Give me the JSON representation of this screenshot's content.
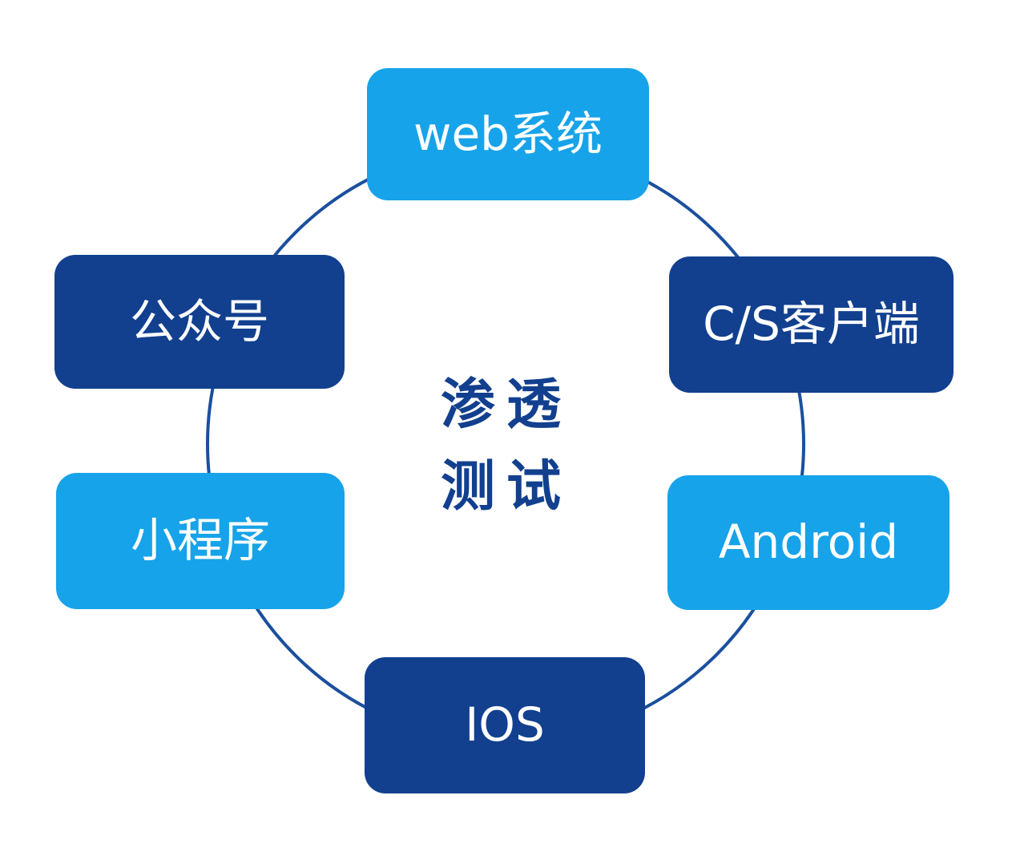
{
  "diagram": {
    "center": {
      "line1": "渗透",
      "line2": "测试"
    },
    "nodes": [
      {
        "id": "web-system",
        "label": "web系统",
        "tone": "light"
      },
      {
        "id": "cs-client",
        "label": "C/S客户端",
        "tone": "dark"
      },
      {
        "id": "android",
        "label": "Android",
        "tone": "light"
      },
      {
        "id": "ios",
        "label": "IOS",
        "tone": "dark"
      },
      {
        "id": "mini-program",
        "label": "小程序",
        "tone": "light"
      },
      {
        "id": "official-account",
        "label": "公众号",
        "tone": "dark"
      }
    ]
  },
  "colors": {
    "light-blue": "#17A3E9",
    "dark-blue": "#12408F",
    "circle-stroke": "#1B4F9E",
    "center-text": "#12408F",
    "node-text": "#FFFFFF",
    "background": "#FFFFFF"
  }
}
